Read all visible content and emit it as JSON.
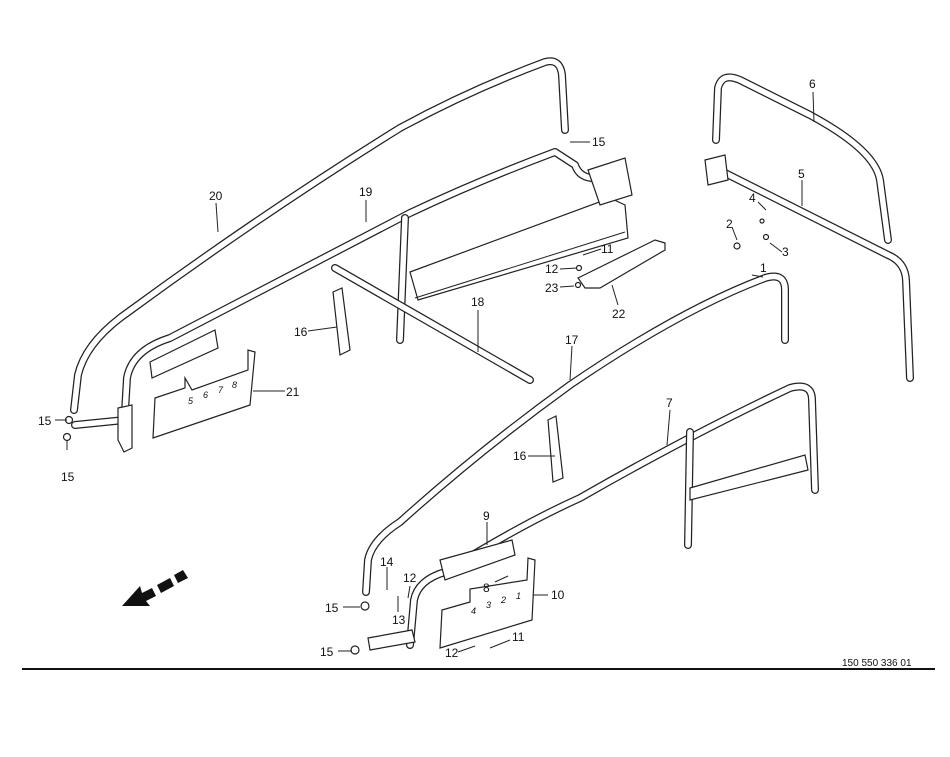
{
  "diagram": {
    "title": "Parts diagram - frame assembly",
    "document_number": "150 550 336 01",
    "callouts": [
      "20",
      "19",
      "15",
      "15",
      "15",
      "16",
      "18",
      "21",
      "6",
      "5",
      "4",
      "2",
      "3",
      "1",
      "11",
      "12",
      "23",
      "22",
      "17",
      "7",
      "16",
      "9",
      "14",
      "12",
      "8",
      "10",
      "13",
      "15",
      "15",
      "12",
      "11"
    ],
    "plate_left_numbers": [
      "8",
      "7",
      "6",
      "5"
    ],
    "plate_right_numbers": [
      "1",
      "2",
      "3",
      "4"
    ],
    "direction_arrow": "arrow-down-left-icon"
  }
}
